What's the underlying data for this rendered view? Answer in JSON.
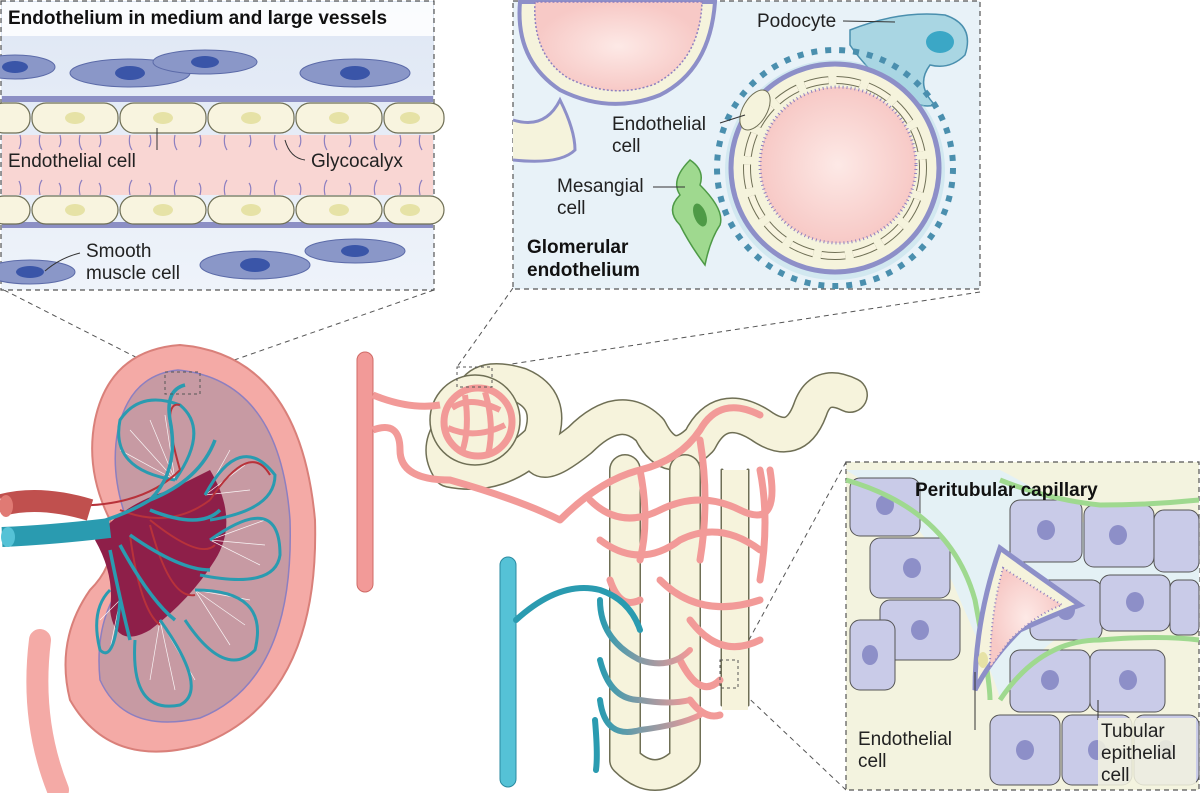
{
  "panels": {
    "vessel": {
      "title": "Endothelium in medium and large vessels",
      "labels": {
        "endothelial_cell": "Endothelial cell",
        "glycocalyx": "Glycocalyx",
        "smooth_muscle_1": "Smooth",
        "smooth_muscle_2": "muscle cell"
      }
    },
    "glomerular": {
      "title_1": "Glomerular",
      "title_2": "endothelium",
      "labels": {
        "podocyte": "Podocyte",
        "endothelial_1": "Endothelial",
        "endothelial_2": "cell",
        "mesangial_1": "Mesangial",
        "mesangial_2": "cell"
      }
    },
    "peritubular": {
      "title": "Peritubular capillary",
      "labels": {
        "endothelial_1": "Endothelial",
        "endothelial_2": "cell",
        "tubular_1": "Tubular",
        "tubular_2": "epithelial",
        "tubular_3": "cell"
      }
    }
  },
  "colors": {
    "panel_border": "#555555",
    "vessel_lumen": "#f9d6d3",
    "endothelial_cell": "#f8f4df",
    "smooth_muscle": "#8a97c8",
    "nucleus_blue": "#3a55a8",
    "kidney_outer": "#f4aaa6",
    "kidney_inner": "#c79aa3",
    "vein_teal": "#2a9bb0",
    "artery_red": "#b8323a",
    "capillary_pink": "#f29a98",
    "tubule": "#f6f3dc",
    "podocyte_blue": "#a9d6e3",
    "mesangial_green": "#9fd98f",
    "epithelial_lavender": "#c9cbe8",
    "glycocalyx_purple": "#8d7fc0"
  }
}
